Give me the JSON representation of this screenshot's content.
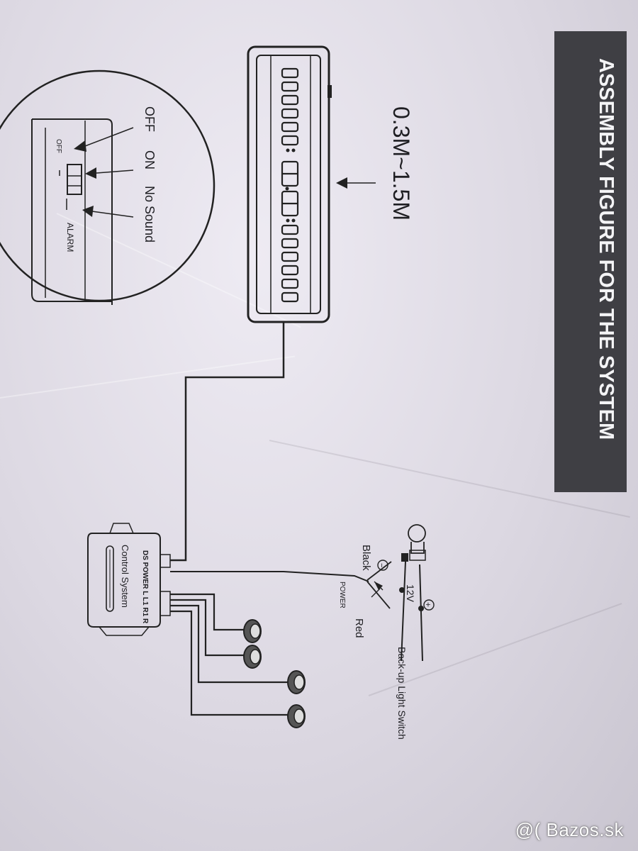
{
  "title": "ASSEMBLY FIGURE FOR THE SYSTEM",
  "distance": "0.3M~1.5M",
  "switch_labels": {
    "off": "OFF",
    "on": "ON",
    "no_sound": "No Sound",
    "small_off": "OFF",
    "alarm": "ALARM"
  },
  "control_box": {
    "name": "Control System",
    "ports": "DS POWER  L L1 R1 R"
  },
  "wiring": {
    "black": "Black",
    "red": "Red",
    "power": "POWER",
    "voltage": "12V",
    "minus": "−",
    "plus": "+",
    "switch": "Back-up Light Switch"
  },
  "watermark": "@( Bazos.sk"
}
